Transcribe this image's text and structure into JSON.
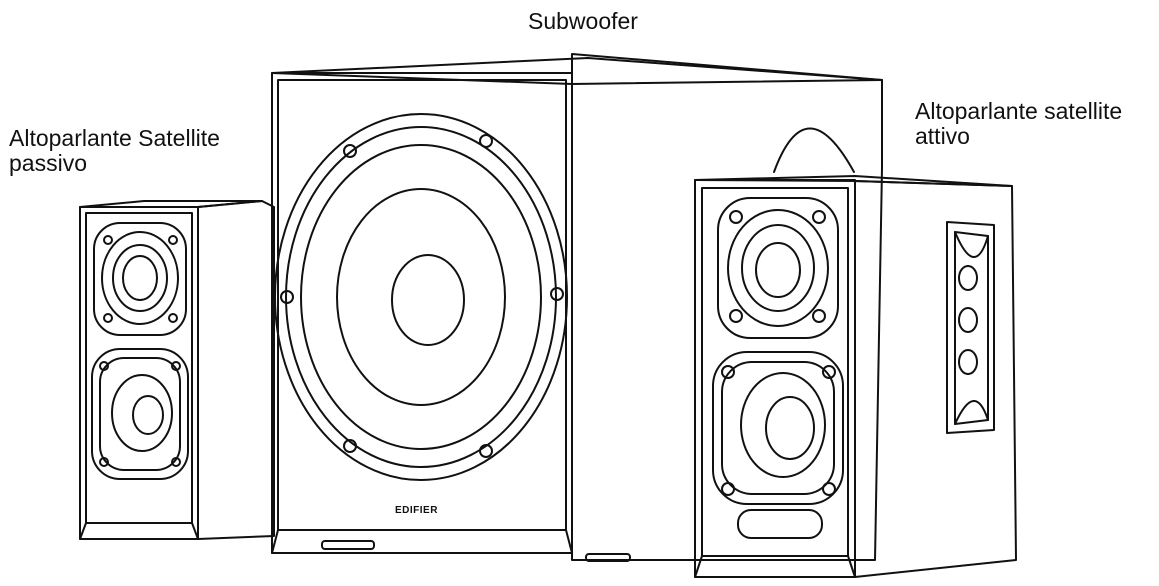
{
  "labels": {
    "subwoofer": "Subwoofer",
    "passive_line1": "Altoparlante Satellite",
    "passive_line2": "passivo",
    "active_line1": "Altoparlante satellite",
    "active_line2": "attivo"
  },
  "brand": "EDIFIER",
  "colors": {
    "stroke": "#111111",
    "background": "#ffffff"
  }
}
